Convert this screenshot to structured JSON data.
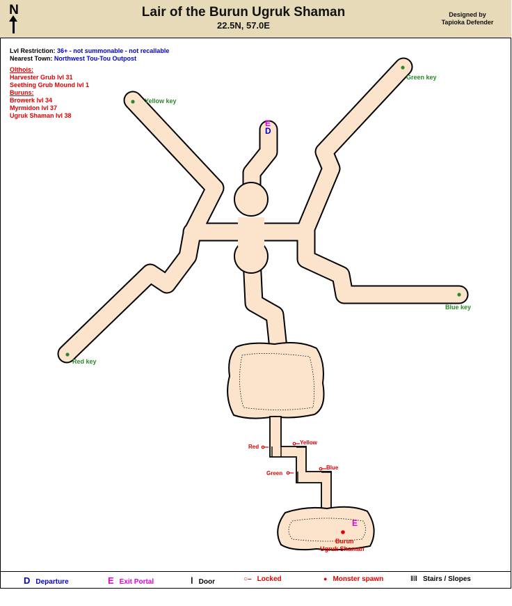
{
  "header": {
    "title": "Lair of the Burun Ugruk Shaman",
    "coords": "22.5N, 57.0E",
    "north": "N",
    "credit_line1": "Designed by",
    "credit_line2": "Tapioka Defender"
  },
  "info": {
    "lvl_label": "Lvl Restriction:",
    "lvl_value": "36+ - not summonable - not recallable",
    "town_label": "Nearest Town:",
    "town_value": "Northwest Tou-Tou Outpost",
    "group1_title": "Olthois:",
    "group1": [
      "Harvester Grub lvl 31",
      "Seething Grub Mound lvl 1"
    ],
    "group2_title": "Buruns:",
    "group2": [
      "Browerk lvl 34",
      "Myrmidon lvl 37",
      "Ugruk Shaman lvl 38"
    ]
  },
  "map_labels": {
    "yellow_key": "Yellow key",
    "green_key": "Green key",
    "blue_key": "Blue key",
    "red_key": "Red key",
    "lock_red": "Red",
    "lock_yellow": "Yellow",
    "lock_green": "Green",
    "lock_blue": "Blue",
    "exit_top": "E",
    "departure_top": "D",
    "exit_bottom": "E",
    "spawn_line1": "Burun",
    "spawn_line2": "Ugruk Shaman"
  },
  "legend": {
    "departure_symbol": "D",
    "departure": "Departure",
    "exit_symbol": "E",
    "exit": "Exit Portal",
    "door": "Door",
    "locked": "Locked",
    "spawn": "Monster spawn",
    "stairs": "Stairs / Slopes"
  },
  "colors": {
    "floor": "#fbe3cc",
    "header_bg": "#e6dab8",
    "departure": "#0000cc",
    "exit": "#e000e0",
    "key_dot": "#2a8a2a",
    "red_text": "#e00000"
  }
}
